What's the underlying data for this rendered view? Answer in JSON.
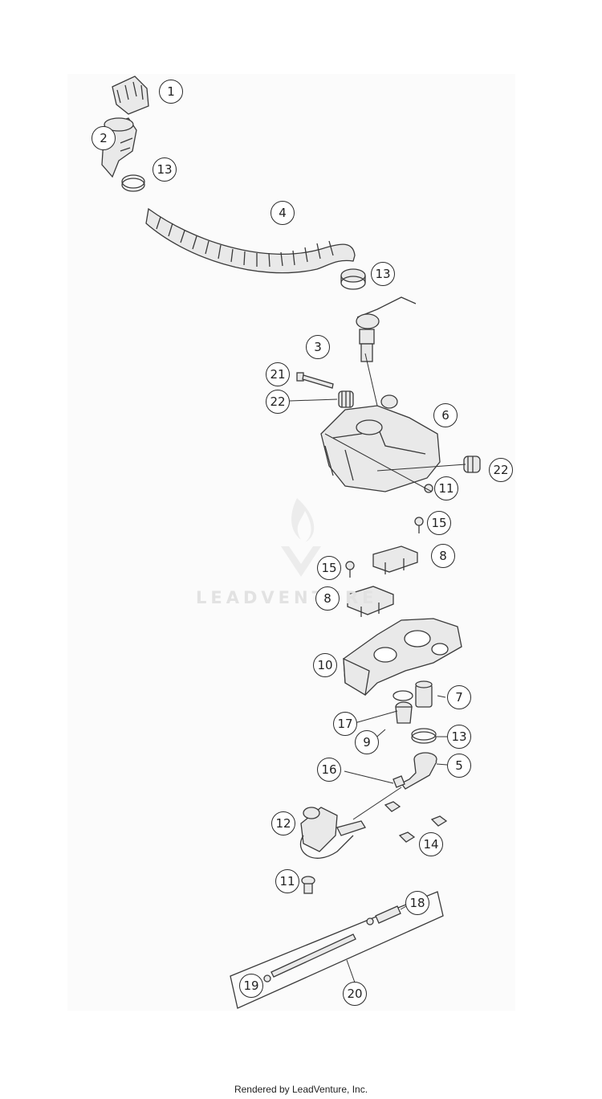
{
  "diagram": {
    "callouts": [
      "1",
      "2",
      "13",
      "4",
      "13",
      "3",
      "21",
      "22",
      "6",
      "22",
      "11",
      "15",
      "8",
      "15",
      "8",
      "10",
      "7",
      "17",
      "9",
      "13",
      "5",
      "16",
      "12",
      "14",
      "11",
      "18",
      "19",
      "20"
    ]
  },
  "watermark": {
    "text": "LEADVENTURE"
  },
  "footer": {
    "text": "Rendered by LeadVenture, Inc."
  },
  "colors": {
    "line": "#3a3a3a",
    "fill": "#e8e8e8",
    "dark": "#6f6f6f"
  }
}
